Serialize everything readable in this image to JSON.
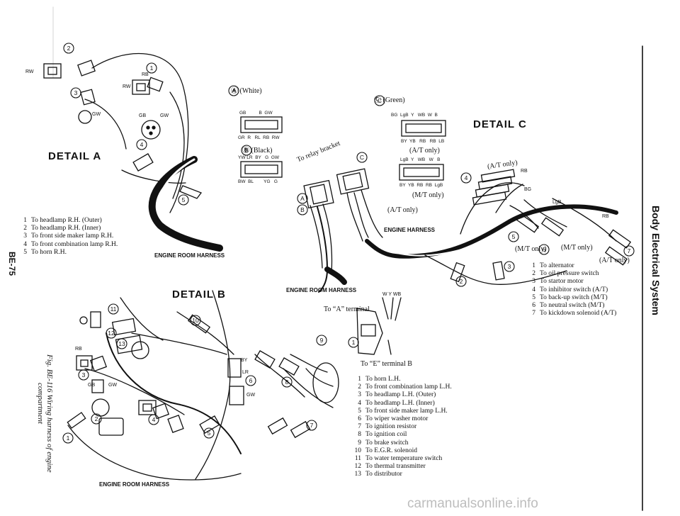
{
  "side_title": "Body Electrical System",
  "page_number": "BE-75",
  "figure": {
    "label": "Fig. BE-116",
    "caption_line1": "Wiring harness of engine",
    "caption_line2": "compartment"
  },
  "details": {
    "a": "DETAIL A",
    "b": "DETAIL B",
    "c": "DETAIL C"
  },
  "connector_labels": {
    "a_white": "Ⓐ (White)",
    "b_black": "Ⓑ (Black)",
    "c_green": "Ⓒ (Green)",
    "to_relay_bracket": "To relay bracket",
    "at_only_1": "(A/T only)",
    "mt_only_1": "(M/T only)",
    "at_only_2": "(A/T only)",
    "at_only_3": "(A/T only)",
    "mt_only_2": "(M/T only)",
    "mt_only_3": "(M/T only)",
    "at_only_4": "(A/T only)",
    "to_a_terminal": "To “A” terminal",
    "to_e_terminal": "To “E” terminal B"
  },
  "harness_labels": {
    "engine_room_1": "ENGINE ROOM HARNESS",
    "engine_room_2": "ENGINE ROOM HARNESS",
    "engine_room_3": "ENGINE ROOM HARNESS",
    "engine": "ENGINE HARNESS"
  },
  "wire_codes": {
    "a_top": "GB          B  GW",
    "a_bottom": "GR  R   RL  RB  RW",
    "b_top": "YW LR  BY   G  GW",
    "b_bottom": "BW  BL        YG   G",
    "c_top": "BG  LgB  Y   WB  W  B",
    "c_bottom": "BY  YB   RB   RB  LB",
    "c2_top": "LgB  Y   WB   W   B",
    "c2_bottom": "BY  YB  RB  RB  LgB"
  },
  "legend_a": [
    {
      "n": "1",
      "text": "To headlamp R.H. (Outer)"
    },
    {
      "n": "2",
      "text": "To headlamp R.H. (Inner)"
    },
    {
      "n": "3",
      "text": "To front side maker lamp R.H."
    },
    {
      "n": "4",
      "text": "To front combination lamp R.H."
    },
    {
      "n": "5",
      "text": "To horn R.H."
    }
  ],
  "legend_c": [
    {
      "n": "1",
      "text": "To alternator"
    },
    {
      "n": "2",
      "text": "To oil pressure switch"
    },
    {
      "n": "3",
      "text": "To startor motor"
    },
    {
      "n": "4",
      "text": "To inhibitor switch (A/T)"
    },
    {
      "n": "5",
      "text": "To back-up switch (M/T)"
    },
    {
      "n": "6",
      "text": "To neutral switch (M/T)"
    },
    {
      "n": "7",
      "text": "To kickdown solenoid (A/T)"
    }
  ],
  "legend_b": [
    {
      "n": "1",
      "text": "To horn L.H."
    },
    {
      "n": "2",
      "text": "To front combination lamp L.H."
    },
    {
      "n": "3",
      "text": "To headlamp L.H. (Outer)"
    },
    {
      "n": "4",
      "text": "To headlamp L.H. (Inner)"
    },
    {
      "n": "5",
      "text": "To front side maker lamp L.H."
    },
    {
      "n": "6",
      "text": "To wiper washer motor"
    },
    {
      "n": "7",
      "text": "To ignition resistor"
    },
    {
      "n": "8",
      "text": "To ignition coil"
    },
    {
      "n": "9",
      "text": "To brake switch"
    },
    {
      "n": "10",
      "text": "To E.G.R. solenoid"
    },
    {
      "n": "11",
      "text": "To water temperature switch"
    },
    {
      "n": "12",
      "text": "To thermal transmitter"
    },
    {
      "n": "13",
      "text": "To distributor"
    }
  ],
  "watermark": "carmanualsonline.info"
}
